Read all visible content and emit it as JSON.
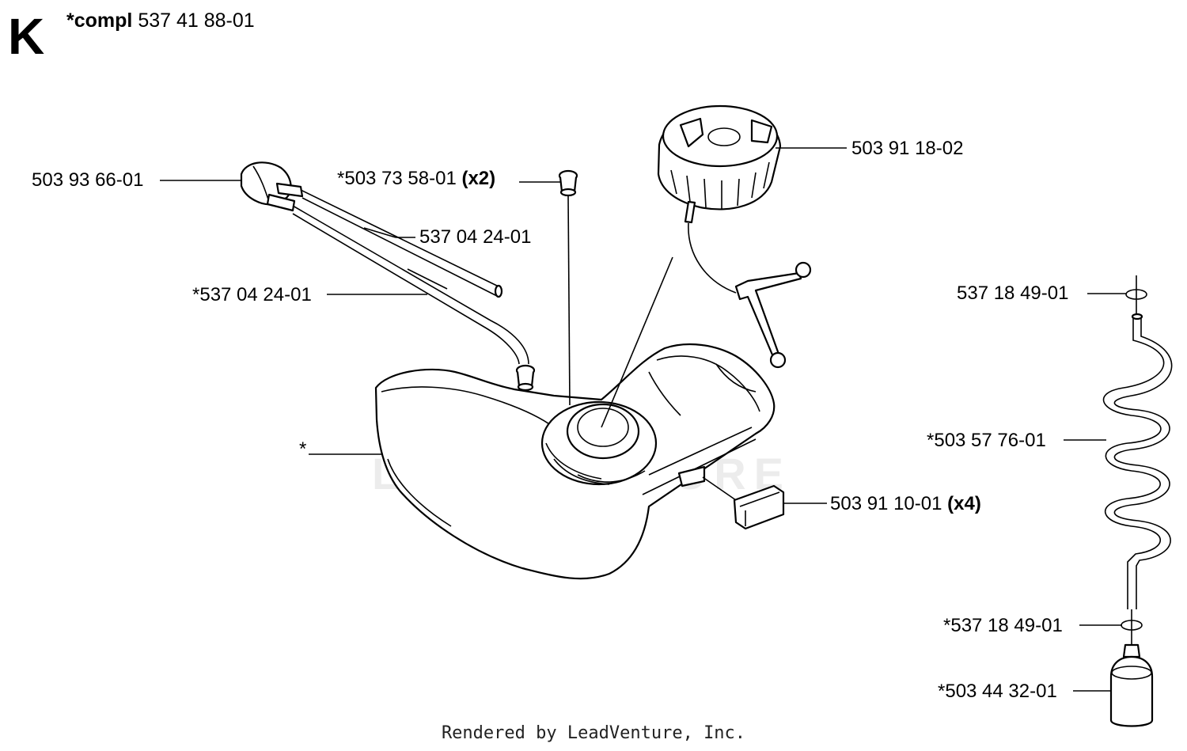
{
  "header": {
    "section_letter": "K",
    "title_prefix": "*compl",
    "title_number": "537 41 88-01"
  },
  "watermark_text": "LEADVENTURE",
  "footer_text": "Rendered by LeadVenture, Inc.",
  "callouts": [
    {
      "id": "fuel-filter-pipe-connector",
      "part": "503 93 66-01",
      "qty": ""
    },
    {
      "id": "grommet",
      "part": "*503 73 58-01",
      "qty": "(x2)"
    },
    {
      "id": "fuel-hose-upper",
      "part": "537 04 24-01",
      "qty": ""
    },
    {
      "id": "fuel-hose-lower",
      "part": "*537 04 24-01",
      "qty": ""
    },
    {
      "id": "fuel-tank",
      "part": "*",
      "qty": ""
    },
    {
      "id": "fuel-cap",
      "part": "503 91 18-02",
      "qty": ""
    },
    {
      "id": "rubber-mount",
      "part": "503 91 10-01",
      "qty": "(x4)"
    },
    {
      "id": "clamp-top",
      "part": "537 18 49-01",
      "qty": ""
    },
    {
      "id": "coiled-fuel-hose",
      "part": "*503 57 76-01",
      "qty": ""
    },
    {
      "id": "clamp-bottom",
      "part": "*537 18 49-01",
      "qty": ""
    },
    {
      "id": "fuel-filter",
      "part": "*503 44 32-01",
      "qty": ""
    }
  ]
}
